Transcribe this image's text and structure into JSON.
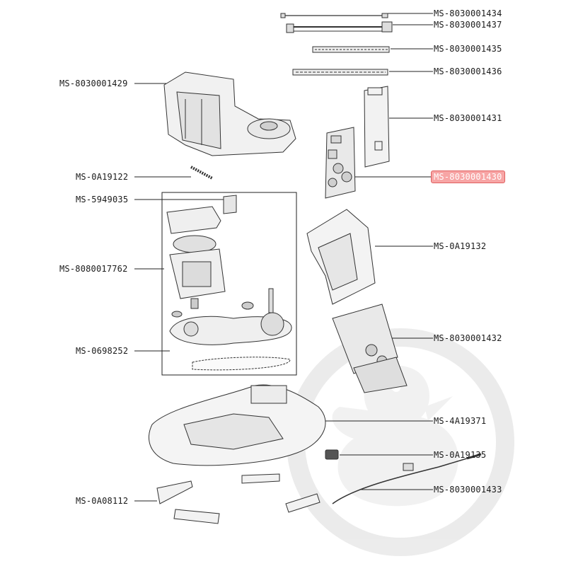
{
  "diagram": {
    "watermark": "watermark-duck-logo",
    "highlight_color": "#f7a5a5",
    "labels": {
      "p1434": "MS-8030001434",
      "p1437": "MS-8030001437",
      "p1435": "MS-8030001435",
      "p1436": "MS-8030001436",
      "p1429": "MS-8030001429",
      "p1431": "MS-8030001431",
      "p1430": "MS-8030001430",
      "p19122": "MS-0A19122",
      "p5949035": "MS-5949035",
      "p19132": "MS-0A19132",
      "p17762": "MS-8080017762",
      "p1432": "MS-8030001432",
      "p698252": "MS-0698252",
      "p19371": "MS-4A19371",
      "p19135": "MS-0A19135",
      "p1433": "MS-8030001433",
      "p08112": "MS-0A08112"
    }
  }
}
